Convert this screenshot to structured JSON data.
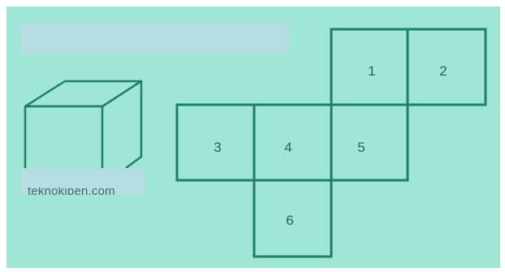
{
  "net": {
    "faces": [
      {
        "label": "1"
      },
      {
        "label": "2"
      },
      {
        "label": "3"
      },
      {
        "label": "4"
      },
      {
        "label": "5"
      },
      {
        "label": "6"
      }
    ]
  },
  "watermark": "teknokipen.com",
  "colors": {
    "background": "#9fe6d6",
    "stroke": "#1e8069",
    "label": "#2f5f57",
    "redaction": "#b6dde4"
  }
}
